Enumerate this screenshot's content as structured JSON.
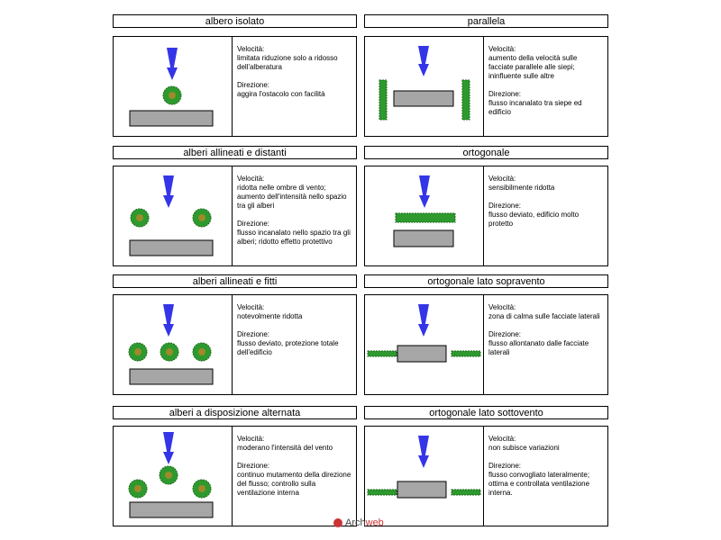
{
  "panels": [
    {
      "title": "albero isolato",
      "vel_label": "Velocità:",
      "vel_text": "limitata riduzione solo a ridosso dell'alberatura",
      "dir_label": "Direzione:",
      "dir_text": "aggira l'ostacolo con facilità"
    },
    {
      "title": "parallela",
      "vel_label": "Velocità:",
      "vel_text": "aumento della velocità sulle facciate parallele alle siepi; ininfluente sulle altre",
      "dir_label": "Direzione:",
      "dir_text": "flusso incanalato tra siepe ed edificio"
    },
    {
      "title": "alberi allineati e distanti",
      "vel_label": "Velocità:",
      "vel_text": "ridotta nelle ombre di vento; aumento dell'intensità nello spazio tra gli alberi",
      "dir_label": "Direzione:",
      "dir_text": "flusso incanalato nello spazio tra gli alberi; ridotto effetto protettivo"
    },
    {
      "title": "ortogonale",
      "vel_label": "Velocità:",
      "vel_text": "sensibilmente ridotta",
      "dir_label": "Direzione:",
      "dir_text": "flusso deviato, edificio molto protetto"
    },
    {
      "title": "alberi allineati e fitti",
      "vel_label": "Velocità:",
      "vel_text": "notevolmente ridotta",
      "dir_label": "Direzione:",
      "dir_text": "flusso deviato, protezione totale dell'edificio"
    },
    {
      "title": "ortogonale lato sopravento",
      "vel_label": "Velocità:",
      "vel_text": "zona di calma sulle facciate laterali",
      "dir_label": "Direzione:",
      "dir_text": "flusso allontanato dalle facciate laterali"
    },
    {
      "title": "alberi a disposizione alternata",
      "vel_label": "Velocità:",
      "vel_text": "moderano l'intensità del vento",
      "dir_label": "Direzione:",
      "dir_text": "continuo mutamento della direzione del flusso; controllo sulla ventilazione interna"
    },
    {
      "title": "ortogonale lato sottovento",
      "vel_label": "Velocità:",
      "vel_text": "non subisce variazioni",
      "dir_label": "Direzione:",
      "dir_text": "flusso convogliato lateralmente; ottima e controllata ventilazione interna."
    }
  ],
  "logo": {
    "brand_a": "Arch",
    "brand_b": "web"
  },
  "colors": {
    "arrow": "#3535e8",
    "tree": "#2e9a2e",
    "building": "#a6a6a6"
  }
}
